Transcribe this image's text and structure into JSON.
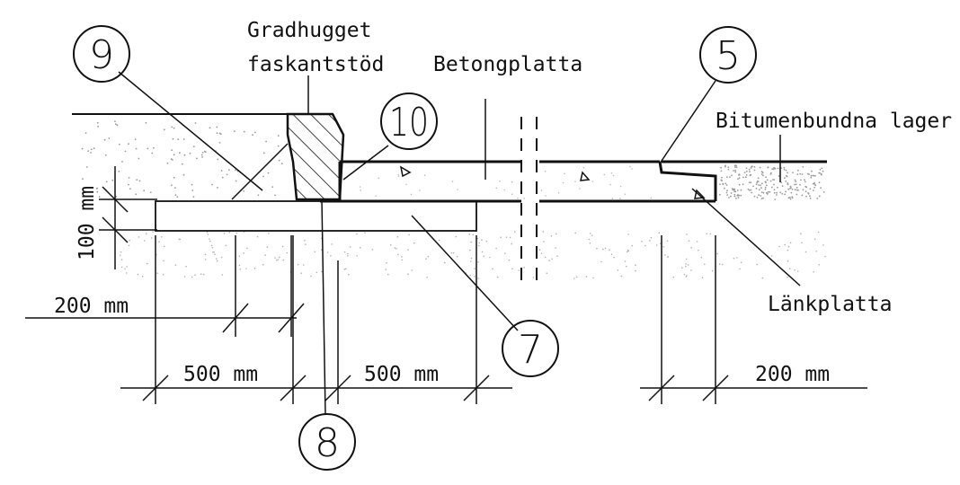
{
  "labels": {
    "gradhugget": "Gradhugget",
    "faskantstod": "faskantstöd",
    "betongplatta": "Betongplatta",
    "bitumen": "Bitumenbundna lager",
    "lankplatta": "Länkplatta"
  },
  "dimensions": {
    "d100": "100 mm",
    "d200_left": "200 mm",
    "d500_left": "500 mm",
    "d500_right": "500 mm",
    "d200_right": "200 mm"
  },
  "callouts": {
    "c9": "9",
    "c10": "10",
    "c5": "5",
    "c7": "7",
    "c8": "8"
  }
}
